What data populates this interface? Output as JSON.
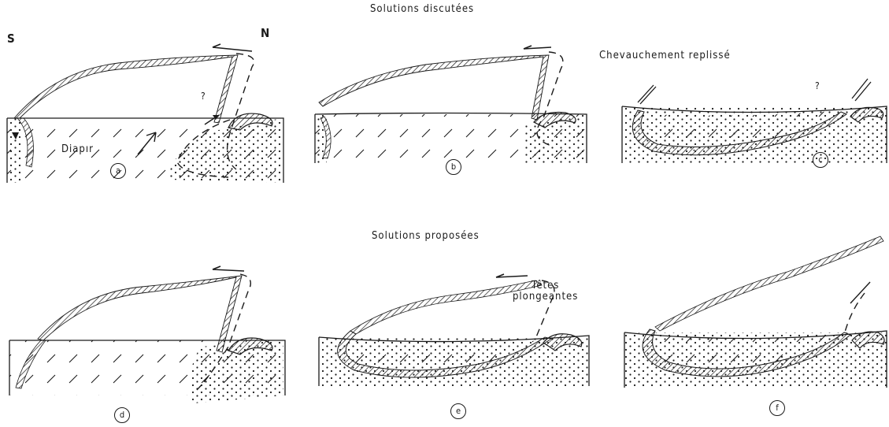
{
  "headings": {
    "top": "Solutions discutées",
    "bottom": "Solutions proposées"
  },
  "orientation": {
    "south": "S",
    "north": "N"
  },
  "annotations": {
    "diapir": "Diapır",
    "chevauchement": "Chevauchement replissé",
    "tetes_line1": "Têtes",
    "tetes_line2": "plongeantes",
    "question_a": "?",
    "question_c": "?",
    "tick": "ı"
  },
  "panels": [
    {
      "id": "a",
      "label": "a"
    },
    {
      "id": "b",
      "label": "b"
    },
    {
      "id": "c",
      "label": "c"
    },
    {
      "id": "d",
      "label": "d"
    },
    {
      "id": "e",
      "label": "e"
    },
    {
      "id": "f",
      "label": "f"
    }
  ]
}
